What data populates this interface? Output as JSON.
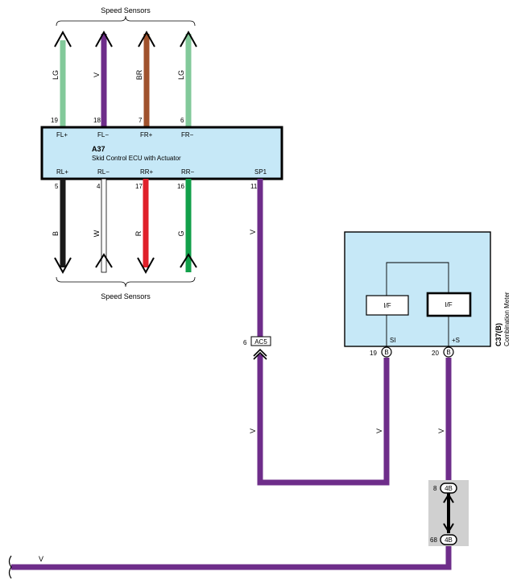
{
  "labels": {
    "top_group": "Speed Sensors",
    "bottom_group": "Speed Sensors",
    "ecu_code": "A37",
    "ecu_name": "Skid Control ECU with Actuator",
    "meter_code": "C37(B)",
    "meter_name": "Combination Meter",
    "if_left": "I/F",
    "if_right": "I/F",
    "si": "SI",
    "plus_s": "+S",
    "connector_ac5": "AC5",
    "connector_ac5_pin": "6",
    "pin_meter_left": "19",
    "pin_meter_right": "20",
    "meter_conn_left": "B",
    "meter_conn_right": "B",
    "junction_top_pin": "8",
    "junction_bottom_pin": "68",
    "junction_top": "4B",
    "junction_bottom": "4B"
  },
  "top_wires": [
    {
      "color_code": "LG",
      "pin": "19",
      "terminal": "FL+",
      "hex": "#82c99a"
    },
    {
      "color_code": "V",
      "pin": "18",
      "terminal": "FL−",
      "hex": "#6e2d8a"
    },
    {
      "color_code": "BR",
      "pin": "7",
      "terminal": "FR+",
      "hex": "#a0522d"
    },
    {
      "color_code": "LG",
      "pin": "6",
      "terminal": "FR−",
      "hex": "#82c99a"
    }
  ],
  "bottom_wires": [
    {
      "color_code": "B",
      "pin": "5",
      "terminal": "RL+",
      "hex": "#1a1a1a"
    },
    {
      "color_code": "W",
      "pin": "4",
      "terminal": "RL−",
      "hex": "#ffffff"
    },
    {
      "color_code": "R",
      "pin": "17",
      "terminal": "RR+",
      "hex": "#e0202a"
    },
    {
      "color_code": "G",
      "pin": "16",
      "terminal": "RR−",
      "hex": "#12a04a"
    }
  ],
  "sp1": {
    "pin": "11",
    "terminal": "SP1",
    "color_code": "V"
  },
  "wire_labels": {
    "sp1_upper": "V",
    "sp1_lower": "V",
    "si_wire": "V",
    "s_wire": "V",
    "bottom_bus": "V"
  },
  "colors": {
    "violet": "#6e2d8a",
    "box_fill": "#c6e8f7",
    "junction_fill": "#d0d0d0"
  }
}
